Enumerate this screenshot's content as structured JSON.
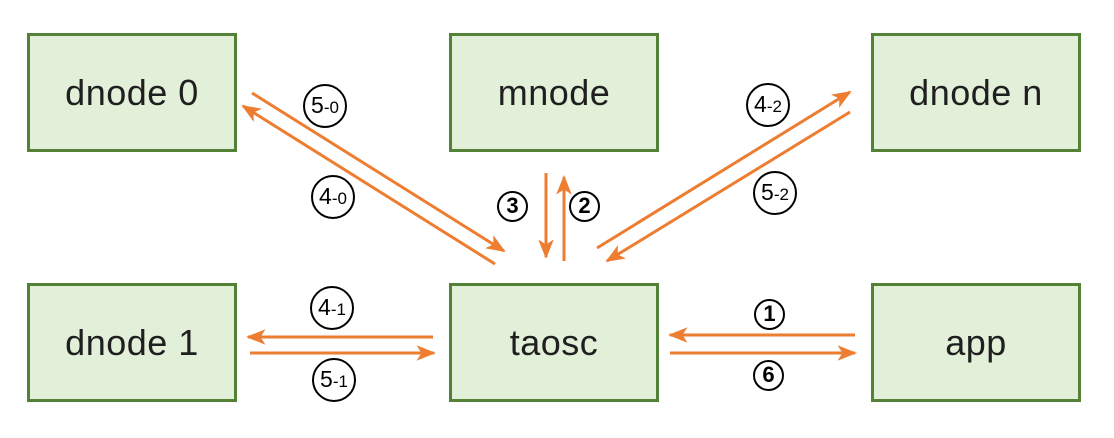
{
  "diagram": {
    "nodes": [
      {
        "id": "dnode-0",
        "label": "dnode 0"
      },
      {
        "id": "mnode",
        "label": "mnode"
      },
      {
        "id": "dnode-n",
        "label": "dnode n"
      },
      {
        "id": "dnode-1",
        "label": "dnode 1"
      },
      {
        "id": "taosc",
        "label": "taosc"
      },
      {
        "id": "app",
        "label": "app"
      }
    ],
    "edges": [
      {
        "label": "5-0",
        "from": "dnode 0",
        "to": "taosc"
      },
      {
        "label": "4-0",
        "from": "taosc",
        "to": "dnode 0"
      },
      {
        "label": "3",
        "from": "mnode",
        "to": "taosc"
      },
      {
        "label": "2",
        "from": "taosc",
        "to": "mnode"
      },
      {
        "label": "4-2",
        "from": "taosc",
        "to": "dnode n"
      },
      {
        "label": "5-2",
        "from": "dnode n",
        "to": "taosc"
      },
      {
        "label": "4-1",
        "from": "taosc",
        "to": "dnode 1"
      },
      {
        "label": "5-1",
        "from": "dnode 1",
        "to": "taosc"
      },
      {
        "label": "1",
        "from": "app",
        "to": "taosc"
      },
      {
        "label": "6",
        "from": "taosc",
        "to": "app"
      }
    ],
    "colors": {
      "node_fill": "#e2efd9",
      "node_border": "#538135",
      "arrow": "#ed7d31",
      "label_circle_border": "#000000",
      "label_circle_fill": "#ffffff",
      "node_text": "#1f1f1f"
    }
  }
}
